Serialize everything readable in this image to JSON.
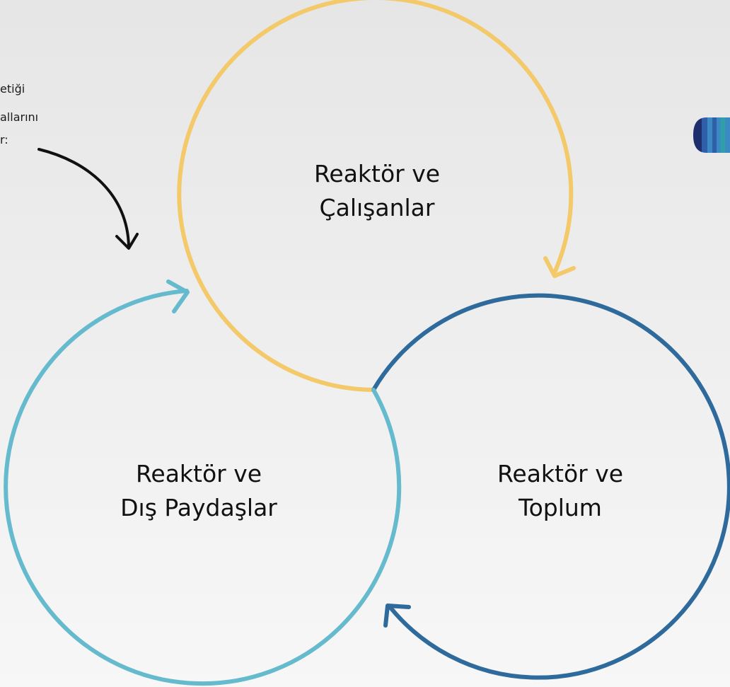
{
  "intro": {
    "line1": "etiği",
    "line2": "allarını",
    "line3": "r:"
  },
  "circles": [
    {
      "line1": "Reaktör ve",
      "line2": "Çalışanlar",
      "color": "#f3c96a"
    },
    {
      "line1": "Reaktör ve",
      "line2": "Dış Paydaşlar",
      "color": "#65bbcd"
    },
    {
      "line1": "Reaktör ve",
      "line2": "Toplum",
      "color": "#2e6b9c"
    }
  ],
  "logo_colors": [
    "#1f2f6e",
    "#2f5fa8",
    "#3b8ac4",
    "#2fa0a8"
  ]
}
